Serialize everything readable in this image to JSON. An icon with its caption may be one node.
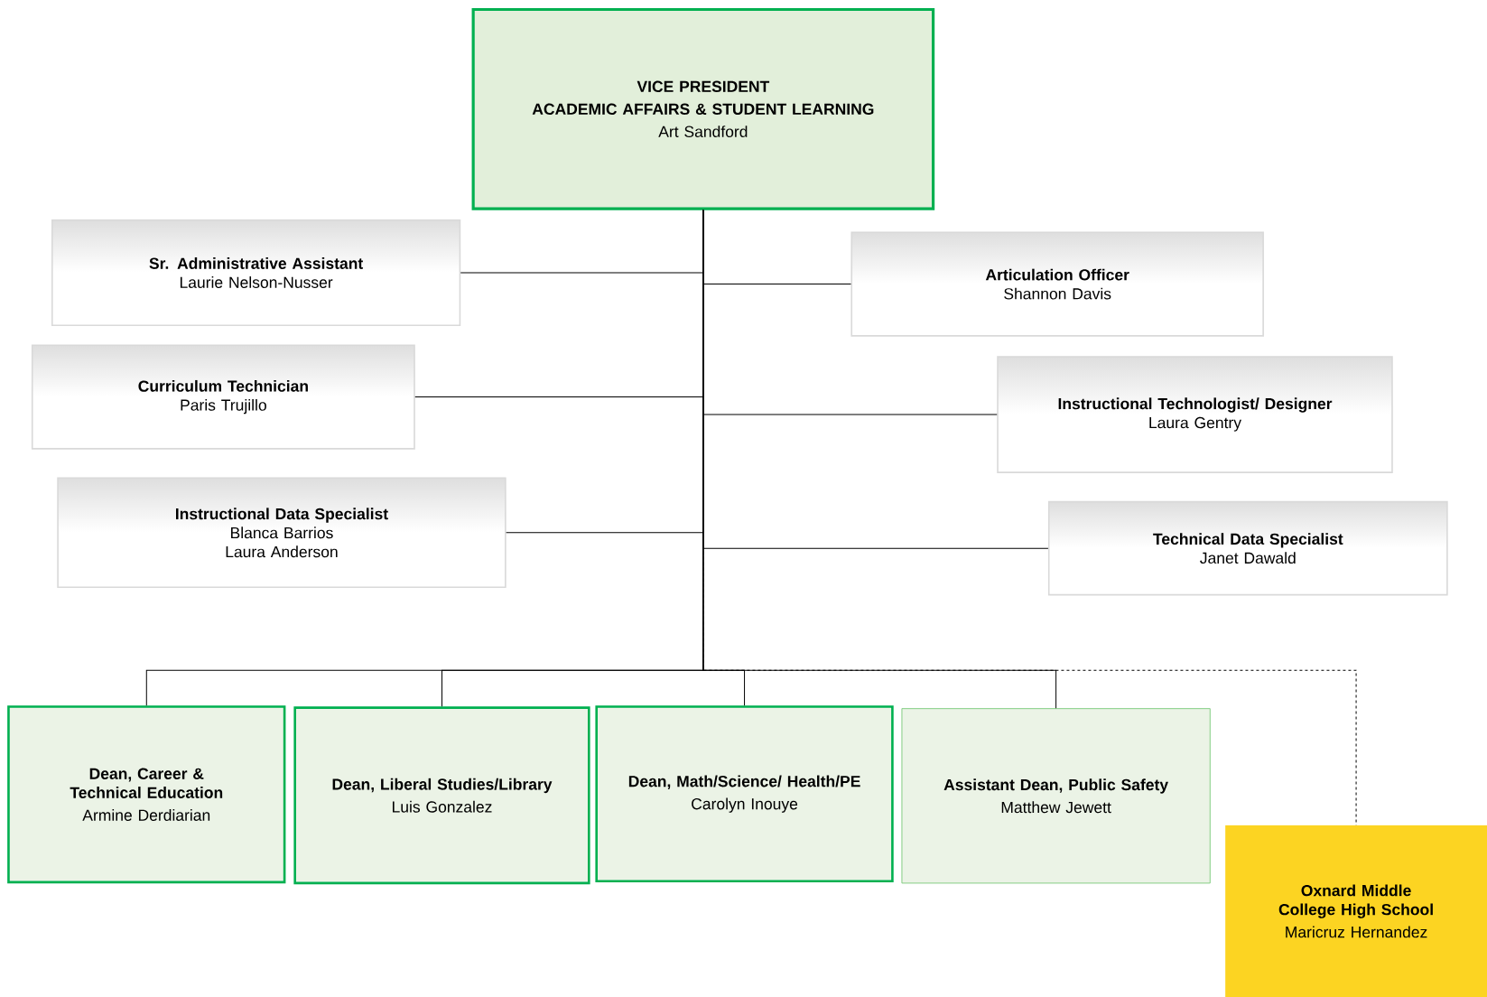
{
  "diagram": {
    "nodes": [
      {
        "text": [
          "VICE PRESIDENT",
          "ACADEMIC AFFAIRS & STUDENT LEARNING",
          "Art Sandford"
        ]
      },
      {
        "text": [
          "Sr. Administrative Assistant",
          "Laurie Nelson-Nusser"
        ]
      },
      {
        "text": [
          "Articulation Officer",
          "Shannon Davis"
        ]
      },
      {
        "text": [
          "Curriculum Technician",
          "Paris Trujillo"
        ]
      },
      {
        "text": [
          "Instructional Technologist/ Designer",
          "Laura Gentry"
        ]
      },
      {
        "text": [
          "Instructional Data Specialist",
          "Blanca Barrios",
          "Laura Anderson"
        ]
      },
      {
        "text": [
          "Technical Data Specialist",
          "Janet Dawald"
        ]
      },
      {
        "text": [
          "Dean, Career & Technical Education",
          "Armine Derdiarian"
        ]
      },
      {
        "text": [
          "Dean, Liberal Studies/Library",
          "Luis Gonzalez"
        ]
      },
      {
        "text": [
          "Dean, Math/Science/ Health/PE",
          "Carolyn Inouye"
        ]
      },
      {
        "text": [
          "Assistant Dean, Public Safety",
          "Matthew Jewett"
        ]
      },
      {
        "text": [
          "Oxnard Middle College High School",
          "Maricruz Hernandez"
        ]
      }
    ],
    "edges": [
      {
        "from": 0,
        "to": 1,
        "arrow": "none"
      },
      {
        "from": 0,
        "to": 2,
        "arrow": "none"
      },
      {
        "from": 0,
        "to": 3,
        "arrow": "none"
      },
      {
        "from": 0,
        "to": 4,
        "arrow": "none"
      },
      {
        "from": 0,
        "to": 5,
        "arrow": "none"
      },
      {
        "from": 0,
        "to": 6,
        "arrow": "none"
      },
      {
        "from": 0,
        "to": 7,
        "arrow": "none"
      },
      {
        "from": 0,
        "to": 8,
        "arrow": "none"
      },
      {
        "from": 0,
        "to": 9,
        "arrow": "none"
      },
      {
        "from": 0,
        "to": 10,
        "arrow": "none"
      },
      {
        "from": 0,
        "to": 11,
        "arrow": "none",
        "style": "dashed"
      }
    ]
  }
}
